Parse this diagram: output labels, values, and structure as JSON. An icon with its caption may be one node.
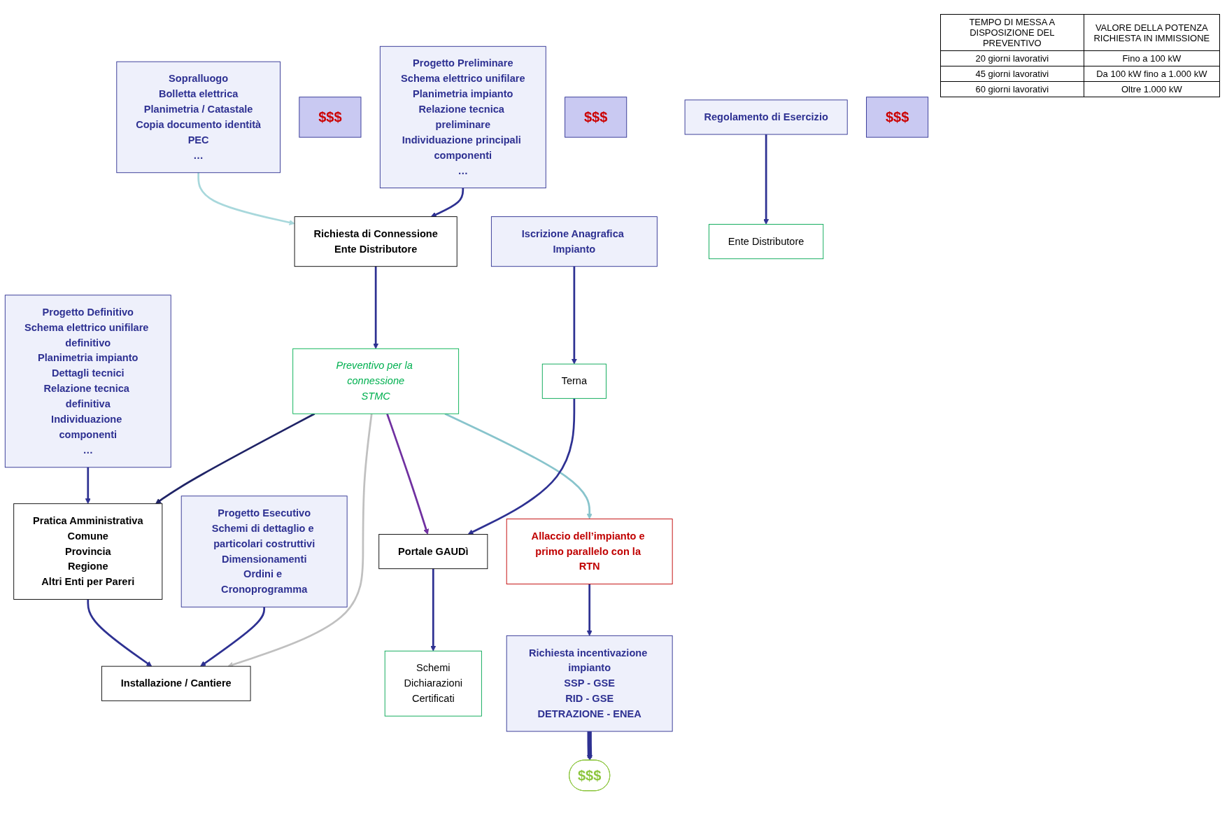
{
  "diagram": {
    "nodes": [
      {
        "text": [
          "Sopralluogo",
          "Bolletta elettrica",
          "Planimetria / Catastale",
          "Copia documento identità",
          "PEC",
          "…"
        ]
      },
      {
        "text": [
          "Richiesta di Connessione",
          "Ente Distributore"
        ]
      },
      {
        "text": [
          "$$$"
        ]
      },
      {
        "text": [
          "Preventivo per la connessione",
          "STMC"
        ]
      },
      {
        "text": [
          "Progetto Preliminare",
          "Schema elettrico unifilare",
          "Planimetria impianto",
          "Relazione tecnica preliminare",
          "Individuazione principali componenti",
          "…"
        ]
      },
      {
        "text": [
          "Pratica Amministrativa",
          "Comune",
          "Provincia",
          "Regione",
          "Altri Enti per Pareri"
        ]
      },
      {
        "text": [
          "Progetto Definitivo",
          "Schema elettrico unifilare definitivo",
          "Planimetria impianto",
          "Dettagli tecnici",
          "Relazione tecnica definitiva",
          "Individuazione componenti",
          "…"
        ]
      },
      {
        "text": [
          "$$$"
        ]
      },
      {
        "text": [
          "Installazione / Cantiere"
        ]
      },
      {
        "text": [
          "Progetto Esecutivo",
          "Schemi di dettaglio e particolari costruttivi",
          "Dimensionamenti",
          "Ordini e Cronoprogramma"
        ]
      },
      {
        "text": [
          "Iscrizione Anagrafica Impianto"
        ]
      },
      {
        "text": [
          "Terna"
        ]
      },
      {
        "text": [
          "Portale GAUDì"
        ]
      },
      {
        "text": [
          "Regolamento di Esercizio"
        ]
      },
      {
        "text": [
          "Ente Distributore"
        ]
      },
      {
        "text": [
          "Schemi",
          "Dichiarazioni",
          "Certificati"
        ]
      },
      {
        "text": [
          "Allaccio dell’impianto e primo parallelo con la RTN"
        ]
      },
      {
        "text": [
          "$$$"
        ]
      },
      {
        "text": [
          "Richiesta incentivazione impianto",
          "SSP - GSE",
          "RID - GSE",
          "DETRAZIONE - ENEA"
        ]
      },
      {
        "text": [
          "$$$"
        ]
      }
    ],
    "edges": [
      {
        "from": 0,
        "to": 1,
        "arrow": "to",
        "color": "#a8d8dc"
      },
      {
        "from": 4,
        "to": 1,
        "arrow": "to"
      },
      {
        "from": 1,
        "to": 3,
        "arrow": "to"
      },
      {
        "from": 6,
        "to": 5,
        "arrow": "to"
      },
      {
        "from": 5,
        "to": 8,
        "arrow": "to"
      },
      {
        "from": 9,
        "to": 8,
        "arrow": "to"
      },
      {
        "from": 3,
        "to": 5,
        "arrow": "to",
        "color": "#1f2366"
      },
      {
        "from": 3,
        "to": 8,
        "arrow": "to",
        "color": "#c0c0c0"
      },
      {
        "from": 3,
        "to": 12,
        "arrow": "to",
        "color": "#7030a0"
      },
      {
        "from": 3,
        "to": 16,
        "arrow": "to",
        "color": "#88c4cc"
      },
      {
        "from": 10,
        "to": 11,
        "arrow": "to"
      },
      {
        "from": 11,
        "to": 12,
        "arrow": "to"
      },
      {
        "from": 12,
        "to": 15,
        "arrow": "to"
      },
      {
        "from": 13,
        "to": 14,
        "arrow": "to"
      },
      {
        "from": 16,
        "to": 18,
        "arrow": "to"
      },
      {
        "from": 18,
        "to": 19,
        "arrow": "to",
        "style": "thick"
      }
    ],
    "labels": [
      "TEMPO DI MESSA A DISPOSIZIONE DEL PREVENTIVO",
      "VALORE DELLA POTENZA RICHIESTA IN IMMISSIONE",
      "20 giorni lavorativi",
      "Fino a 100 kW",
      "45 giorni lavorativi",
      "Da 100 kW fino a 1.000 kW",
      "60 giorni lavorativi",
      "Oltre 1.000 kW"
    ]
  }
}
